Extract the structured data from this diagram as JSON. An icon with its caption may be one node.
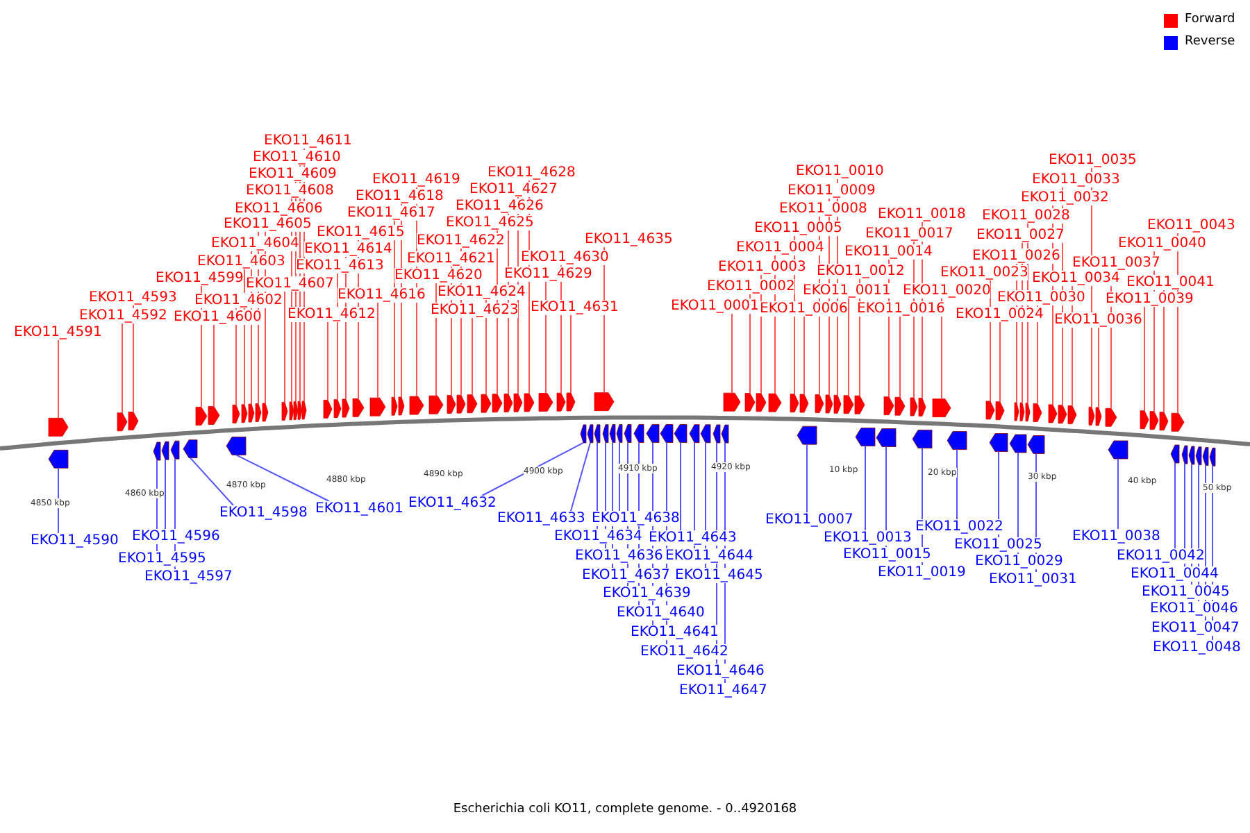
{
  "diagram": {
    "caption": "Escherichia coli KO11, complete genome. - 0..4920168",
    "nodes": [
      {
        "text": [
          "EKO11_4591"
        ]
      },
      {
        "text": [
          "EKO11_4592"
        ]
      },
      {
        "text": [
          "EKO11_4593"
        ]
      },
      {
        "text": [
          "EKO11_4599"
        ]
      },
      {
        "text": [
          "EKO11_4600"
        ]
      },
      {
        "text": [
          "EKO11_4602"
        ]
      },
      {
        "text": [
          "EKO11_4603"
        ]
      },
      {
        "text": [
          "EKO11_4604"
        ]
      },
      {
        "text": [
          "EKO11_4605"
        ]
      },
      {
        "text": [
          "EKO11_4606"
        ]
      },
      {
        "text": [
          "EKO11_4607"
        ]
      },
      {
        "text": [
          "EKO11_4608"
        ]
      },
      {
        "text": [
          "EKO11_4609"
        ]
      },
      {
        "text": [
          "EKO11_4610"
        ]
      },
      {
        "text": [
          "EKO11_4611"
        ]
      },
      {
        "text": [
          "EKO11_4612"
        ]
      },
      {
        "text": [
          "EKO11_4613"
        ]
      },
      {
        "text": [
          "EKO11_4614"
        ]
      },
      {
        "text": [
          "EKO11_4615"
        ]
      },
      {
        "text": [
          "EKO11_4616"
        ]
      },
      {
        "text": [
          "EKO11_4617"
        ]
      },
      {
        "text": [
          "EKO11_4618"
        ]
      },
      {
        "text": [
          "EKO11_4619"
        ]
      },
      {
        "text": [
          "EKO11_4620"
        ]
      },
      {
        "text": [
          "EKO11_4621"
        ]
      },
      {
        "text": [
          "EKO11_4622"
        ]
      },
      {
        "text": [
          "EKO11_4623"
        ]
      },
      {
        "text": [
          "EKO11_4624"
        ]
      },
      {
        "text": [
          "EKO11_4625"
        ]
      },
      {
        "text": [
          "EKO11_4626"
        ]
      },
      {
        "text": [
          "EKO11_4627"
        ]
      },
      {
        "text": [
          "EKO11_4628"
        ]
      },
      {
        "text": [
          "EKO11_4629"
        ]
      },
      {
        "text": [
          "EKO11_4630"
        ]
      },
      {
        "text": [
          "EKO11_4631"
        ]
      },
      {
        "text": [
          "EKO11_4635"
        ]
      },
      {
        "text": [
          "EKO11_0001"
        ]
      },
      {
        "text": [
          "EKO11_0002"
        ]
      },
      {
        "text": [
          "EKO11_0003"
        ]
      },
      {
        "text": [
          "EKO11_0004"
        ]
      },
      {
        "text": [
          "EKO11_0005"
        ]
      },
      {
        "text": [
          "EKO11_0006"
        ]
      },
      {
        "text": [
          "EKO11_0008"
        ]
      },
      {
        "text": [
          "EKO11_0009"
        ]
      },
      {
        "text": [
          "EKO11_0010"
        ]
      },
      {
        "text": [
          "EKO11_0011"
        ]
      },
      {
        "text": [
          "EKO11_0012"
        ]
      },
      {
        "text": [
          "EKO11_0014"
        ]
      },
      {
        "text": [
          "EKO11_0016"
        ]
      },
      {
        "text": [
          "EKO11_0017"
        ]
      },
      {
        "text": [
          "EKO11_0018"
        ]
      },
      {
        "text": [
          "EKO11_0020"
        ]
      },
      {
        "text": [
          "EKO11_0023"
        ]
      },
      {
        "text": [
          "EKO11_0024"
        ]
      },
      {
        "text": [
          "EKO11_0026"
        ]
      },
      {
        "text": [
          "EKO11_0027"
        ]
      },
      {
        "text": [
          "EKO11_0028"
        ]
      },
      {
        "text": [
          "EKO11_0030"
        ]
      },
      {
        "text": [
          "EKO11_0032"
        ]
      },
      {
        "text": [
          "EKO11_0033"
        ]
      },
      {
        "text": [
          "EKO11_0034"
        ]
      },
      {
        "text": [
          "EKO11_0035"
        ]
      },
      {
        "text": [
          "EKO11_0036"
        ]
      },
      {
        "text": [
          "EKO11_0037"
        ]
      },
      {
        "text": [
          "EKO11_0039"
        ]
      },
      {
        "text": [
          "EKO11_0040"
        ]
      },
      {
        "text": [
          "EKO11_0041"
        ]
      },
      {
        "text": [
          "EKO11_0043"
        ]
      },
      {
        "text": [
          "EKO11_4590"
        ]
      },
      {
        "text": [
          "EKO11_4595"
        ]
      },
      {
        "text": [
          "EKO11_4596"
        ]
      },
      {
        "text": [
          "EKO11_4597"
        ]
      },
      {
        "text": [
          "EKO11_4598"
        ]
      },
      {
        "text": [
          "EKO11_4601"
        ]
      },
      {
        "text": [
          "EKO11_4632"
        ]
      },
      {
        "text": [
          "EKO11_4633"
        ]
      },
      {
        "text": [
          "EKO11_4634"
        ]
      },
      {
        "text": [
          "EKO11_4636"
        ]
      },
      {
        "text": [
          "EKO11_4637"
        ]
      },
      {
        "text": [
          "EKO11_4638"
        ]
      },
      {
        "text": [
          "EKO11_4639"
        ]
      },
      {
        "text": [
          "EKO11_4640"
        ]
      },
      {
        "text": [
          "EKO11_4641"
        ]
      },
      {
        "text": [
          "EKO11_4642"
        ]
      },
      {
        "text": [
          "EKO11_4643"
        ]
      },
      {
        "text": [
          "EKO11_4644"
        ]
      },
      {
        "text": [
          "EKO11_4645"
        ]
      },
      {
        "text": [
          "EKO11_4646"
        ]
      },
      {
        "text": [
          "EKO11_4647"
        ]
      },
      {
        "text": [
          "EKO11_0007"
        ]
      },
      {
        "text": [
          "EKO11_0013"
        ]
      },
      {
        "text": [
          "EKO11_0015"
        ]
      },
      {
        "text": [
          "EKO11_0019"
        ]
      },
      {
        "text": [
          "EKO11_0022"
        ]
      },
      {
        "text": [
          "EKO11_0025"
        ]
      },
      {
        "text": [
          "EKO11_0029"
        ]
      },
      {
        "text": [
          "EKO11_0031"
        ]
      },
      {
        "text": [
          "EKO11_0038"
        ]
      },
      {
        "text": [
          "EKO11_0042"
        ]
      },
      {
        "text": [
          "EKO11_0044"
        ]
      },
      {
        "text": [
          "EKO11_0045"
        ]
      },
      {
        "text": [
          "EKO11_0046"
        ]
      },
      {
        "text": [
          "EKO11_0047"
        ]
      },
      {
        "text": [
          "EKO11_0048"
        ]
      },
      {
        "text": [],
        "shape": "arrow"
      },
      {
        "text": [],
        "shape": "arrow"
      },
      {
        "text": [],
        "shape": "arrow"
      },
      {
        "text": [],
        "shape": "arrow"
      },
      {
        "text": [],
        "shape": "arrow"
      },
      {
        "text": [],
        "shape": "arrow"
      },
      {
        "text": [],
        "shape": "arrow"
      },
      {
        "text": [],
        "shape": "arrow"
      },
      {
        "text": [],
        "shape": "arrow"
      },
      {
        "text": [],
        "shape": "arrow"
      },
      {
        "text": [],
        "shape": "arrow"
      },
      {
        "text": [],
        "shape": "arrow"
      },
      {
        "text": [],
        "shape": "arrow"
      },
      {
        "text": [],
        "shape": "arrow"
      },
      {
        "text": [],
        "shape": "arrow"
      },
      {
        "text": [],
        "shape": "arrow"
      },
      {
        "text": [],
        "shape": "arrow"
      },
      {
        "text": [],
        "shape": "arrow"
      },
      {
        "text": [],
        "shape": "arrow"
      },
      {
        "text": [],
        "shape": "arrow"
      },
      {
        "text": [],
        "shape": "arrow"
      },
      {
        "text": [],
        "shape": "arrow"
      },
      {
        "text": [],
        "shape": "arrow"
      },
      {
        "text": [],
        "shape": "arrow"
      },
      {
        "text": [],
        "shape": "arrow"
      },
      {
        "text": [],
        "shape": "arrow"
      },
      {
        "text": [],
        "shape": "arrow"
      },
      {
        "text": [],
        "shape": "arrow"
      },
      {
        "text": [],
        "shape": "arrow"
      },
      {
        "text": [],
        "shape": "arrow"
      },
      {
        "text": [],
        "shape": "arrow"
      },
      {
        "text": [],
        "shape": "arrow"
      },
      {
        "text": [],
        "shape": "arrow"
      },
      {
        "text": [],
        "shape": "arrow"
      },
      {
        "text": [],
        "shape": "arrow"
      },
      {
        "text": [],
        "shape": "arrow"
      },
      {
        "text": [],
        "shape": "arrow"
      },
      {
        "text": [],
        "shape": "arrow"
      },
      {
        "text": [],
        "shape": "arrow"
      },
      {
        "text": [],
        "shape": "arrow"
      },
      {
        "text": [],
        "shape": "arrow"
      },
      {
        "text": [],
        "shape": "arrow"
      },
      {
        "text": [],
        "shape": "arrow"
      },
      {
        "text": [],
        "shape": "arrow"
      },
      {
        "text": [],
        "shape": "arrow"
      },
      {
        "text": [],
        "shape": "arrow"
      },
      {
        "text": [],
        "shape": "arrow"
      },
      {
        "text": [],
        "shape": "arrow"
      },
      {
        "text": [],
        "shape": "arrow"
      },
      {
        "text": [],
        "shape": "arrow"
      },
      {
        "text": [],
        "shape": "arrow"
      },
      {
        "text": [],
        "shape": "arrow"
      },
      {
        "text": [],
        "shape": "arrow"
      },
      {
        "text": [],
        "shape": "arrow"
      },
      {
        "text": [],
        "shape": "arrow"
      },
      {
        "text": [],
        "shape": "arrow"
      },
      {
        "text": [],
        "shape": "arrow"
      },
      {
        "text": [],
        "shape": "arrow"
      },
      {
        "text": [],
        "shape": "arrow"
      },
      {
        "text": [],
        "shape": "arrow"
      },
      {
        "text": [],
        "shape": "arrow"
      },
      {
        "text": [],
        "shape": "arrow"
      },
      {
        "text": [],
        "shape": "arrow"
      },
      {
        "text": [],
        "shape": "arrow"
      },
      {
        "text": [],
        "shape": "arrow"
      },
      {
        "text": [],
        "shape": "arrow"
      },
      {
        "text": [],
        "shape": "arrow"
      },
      {
        "text": [],
        "shape": "arrow"
      },
      {
        "text": [],
        "shape": "arrow"
      },
      {
        "text": [],
        "shape": "arrow"
      },
      {
        "text": [],
        "shape": "arrow"
      },
      {
        "text": [],
        "shape": "arrow"
      },
      {
        "text": [],
        "shape": "arrow"
      },
      {
        "text": [],
        "shape": "arrow"
      },
      {
        "text": [],
        "shape": "arrow"
      },
      {
        "text": [],
        "shape": "arrow"
      },
      {
        "text": [],
        "shape": "arrow"
      },
      {
        "text": [],
        "shape": "arrow"
      },
      {
        "text": [],
        "shape": "arrow"
      },
      {
        "text": [],
        "shape": "arrow"
      },
      {
        "text": [],
        "shape": "arrow"
      },
      {
        "text": [],
        "shape": "arrow"
      },
      {
        "text": [],
        "shape": "arrow"
      },
      {
        "text": [],
        "shape": "arrow"
      },
      {
        "text": [],
        "shape": "arrow"
      },
      {
        "text": [],
        "shape": "arrow"
      },
      {
        "text": [],
        "shape": "arrow"
      },
      {
        "text": [],
        "shape": "arrow"
      },
      {
        "text": [],
        "shape": "arrow"
      },
      {
        "text": [],
        "shape": "arrow"
      },
      {
        "text": [],
        "shape": "arrow"
      },
      {
        "text": [],
        "shape": "arrow"
      },
      {
        "text": [],
        "shape": "arrow"
      },
      {
        "text": [],
        "shape": "arrow"
      },
      {
        "text": [],
        "shape": "arrow"
      },
      {
        "text": [],
        "shape": "arrow"
      },
      {
        "text": [],
        "shape": "arrow"
      },
      {
        "text": [],
        "shape": "arrow"
      },
      {
        "text": [],
        "shape": "arrow"
      },
      {
        "text": [],
        "shape": "arrow"
      },
      {
        "text": [],
        "shape": "arrow"
      },
      {
        "text": [],
        "shape": "arrow"
      },
      {
        "text": [],
        "shape": "arrow"
      },
      {
        "text": [],
        "shape": "arrow"
      }
    ],
    "edges": [
      {
        "from": 0,
        "to": 104,
        "arrow": "none"
      },
      {
        "from": 1,
        "to": 105,
        "arrow": "none"
      },
      {
        "from": 2,
        "to": 106,
        "arrow": "none"
      },
      {
        "from": 3,
        "to": 107,
        "arrow": "none"
      },
      {
        "from": 4,
        "to": 108,
        "arrow": "none"
      },
      {
        "from": 5,
        "to": 109,
        "arrow": "none"
      },
      {
        "from": 6,
        "to": 110,
        "arrow": "none"
      },
      {
        "from": 7,
        "to": 111,
        "arrow": "none"
      },
      {
        "from": 8,
        "to": 112,
        "arrow": "none"
      },
      {
        "from": 9,
        "to": 113,
        "arrow": "none"
      },
      {
        "from": 10,
        "to": 114,
        "arrow": "none"
      },
      {
        "from": 11,
        "to": 115,
        "arrow": "none"
      },
      {
        "from": 12,
        "to": 116,
        "arrow": "none"
      },
      {
        "from": 13,
        "to": 117,
        "arrow": "none"
      },
      {
        "from": 14,
        "to": 118,
        "arrow": "none"
      },
      {
        "from": 15,
        "to": 119,
        "arrow": "none"
      },
      {
        "from": 16,
        "to": 120,
        "arrow": "none"
      },
      {
        "from": 17,
        "to": 121,
        "arrow": "none"
      },
      {
        "from": 18,
        "to": 122,
        "arrow": "none"
      },
      {
        "from": 19,
        "to": 123,
        "arrow": "none"
      },
      {
        "from": 20,
        "to": 124,
        "arrow": "none"
      },
      {
        "from": 21,
        "to": 125,
        "arrow": "none"
      },
      {
        "from": 22,
        "to": 126,
        "arrow": "none"
      },
      {
        "from": 23,
        "to": 127,
        "arrow": "none"
      },
      {
        "from": 24,
        "to": 128,
        "arrow": "none"
      },
      {
        "from": 25,
        "to": 129,
        "arrow": "none"
      },
      {
        "from": 26,
        "to": 130,
        "arrow": "none"
      },
      {
        "from": 27,
        "to": 131,
        "arrow": "none"
      },
      {
        "from": 28,
        "to": 132,
        "arrow": "none"
      },
      {
        "from": 29,
        "to": 133,
        "arrow": "none"
      },
      {
        "from": 30,
        "to": 134,
        "arrow": "none"
      },
      {
        "from": 31,
        "to": 135,
        "arrow": "none"
      },
      {
        "from": 32,
        "to": 136,
        "arrow": "none"
      },
      {
        "from": 33,
        "to": 137,
        "arrow": "none"
      },
      {
        "from": 34,
        "to": 138,
        "arrow": "none"
      },
      {
        "from": 35,
        "to": 139,
        "arrow": "none"
      },
      {
        "from": 36,
        "to": 140,
        "arrow": "none"
      },
      {
        "from": 37,
        "to": 141,
        "arrow": "none"
      },
      {
        "from": 38,
        "to": 142,
        "arrow": "none"
      },
      {
        "from": 39,
        "to": 143,
        "arrow": "none"
      },
      {
        "from": 40,
        "to": 144,
        "arrow": "none"
      },
      {
        "from": 41,
        "to": 145,
        "arrow": "none"
      },
      {
        "from": 42,
        "to": 146,
        "arrow": "none"
      },
      {
        "from": 43,
        "to": 147,
        "arrow": "none"
      },
      {
        "from": 44,
        "to": 148,
        "arrow": "none"
      },
      {
        "from": 45,
        "to": 149,
        "arrow": "none"
      },
      {
        "from": 46,
        "to": 150,
        "arrow": "none"
      },
      {
        "from": 47,
        "to": 151,
        "arrow": "none"
      },
      {
        "from": 48,
        "to": 152,
        "arrow": "none"
      },
      {
        "from": 49,
        "to": 153,
        "arrow": "none"
      },
      {
        "from": 50,
        "to": 154,
        "arrow": "none"
      },
      {
        "from": 51,
        "to": 155,
        "arrow": "none"
      },
      {
        "from": 52,
        "to": 156,
        "arrow": "none"
      },
      {
        "from": 53,
        "to": 157,
        "arrow": "none"
      },
      {
        "from": 54,
        "to": 158,
        "arrow": "none"
      },
      {
        "from": 55,
        "to": 159,
        "arrow": "none"
      },
      {
        "from": 56,
        "to": 160,
        "arrow": "none"
      },
      {
        "from": 57,
        "to": 161,
        "arrow": "none"
      },
      {
        "from": 58,
        "to": 162,
        "arrow": "none"
      },
      {
        "from": 59,
        "to": 163,
        "arrow": "none"
      },
      {
        "from": 60,
        "to": 164,
        "arrow": "none"
      },
      {
        "from": 61,
        "to": 165,
        "arrow": "none"
      },
      {
        "from": 62,
        "to": 166,
        "arrow": "none"
      },
      {
        "from": 63,
        "to": 167,
        "arrow": "none"
      },
      {
        "from": 64,
        "to": 168,
        "arrow": "none"
      },
      {
        "from": 65,
        "to": 169,
        "arrow": "none"
      },
      {
        "from": 66,
        "to": 170,
        "arrow": "none"
      },
      {
        "from": 67,
        "to": 171,
        "arrow": "none"
      },
      {
        "from": 68,
        "to": 172,
        "arrow": "none",
        "color": "#5555ff"
      },
      {
        "from": 69,
        "to": 173,
        "arrow": "none",
        "color": "#5555ff"
      },
      {
        "from": 70,
        "to": 174,
        "arrow": "none",
        "color": "#5555ff"
      },
      {
        "from": 71,
        "to": 175,
        "arrow": "none",
        "color": "#5555ff"
      },
      {
        "from": 72,
        "to": 176,
        "arrow": "none",
        "color": "#5555ff"
      },
      {
        "from": 73,
        "to": 177,
        "arrow": "none",
        "color": "#5555ff"
      },
      {
        "from": 74,
        "to": 178,
        "arrow": "none",
        "color": "#5555ff"
      },
      {
        "from": 75,
        "to": 179,
        "arrow": "none",
        "color": "#5555ff"
      },
      {
        "from": 76,
        "to": 180,
        "arrow": "none",
        "color": "#5555ff"
      },
      {
        "from": 77,
        "to": 181,
        "arrow": "none",
        "color": "#5555ff"
      },
      {
        "from": 78,
        "to": 182,
        "arrow": "none",
        "color": "#5555ff"
      },
      {
        "from": 79,
        "to": 183,
        "arrow": "none",
        "color": "#5555ff"
      },
      {
        "from": 80,
        "to": 184,
        "arrow": "none",
        "color": "#5555ff"
      },
      {
        "from": 81,
        "to": 185,
        "arrow": "none",
        "color": "#5555ff"
      },
      {
        "from": 82,
        "to": 186,
        "arrow": "none",
        "color": "#5555ff"
      },
      {
        "from": 83,
        "to": 187,
        "arrow": "none",
        "color": "#5555ff"
      },
      {
        "from": 84,
        "to": 188,
        "arrow": "none",
        "color": "#5555ff"
      },
      {
        "from": 85,
        "to": 189,
        "arrow": "none",
        "color": "#5555ff"
      },
      {
        "from": 86,
        "to": 190,
        "arrow": "none",
        "color": "#5555ff"
      },
      {
        "from": 87,
        "to": 191,
        "arrow": "none",
        "color": "#5555ff"
      },
      {
        "from": 88,
        "to": 192,
        "arrow": "none",
        "color": "#5555ff"
      },
      {
        "from": 89,
        "to": 193,
        "arrow": "none",
        "color": "#5555ff"
      },
      {
        "from": 90,
        "to": 194,
        "arrow": "none",
        "color": "#5555ff"
      },
      {
        "from": 91,
        "to": 195,
        "arrow": "none",
        "color": "#5555ff"
      },
      {
        "from": 92,
        "to": 196,
        "arrow": "none",
        "color": "#5555ff"
      },
      {
        "from": 93,
        "to": 197,
        "arrow": "none",
        "color": "#5555ff"
      },
      {
        "from": 94,
        "to": 198,
        "arrow": "none",
        "color": "#5555ff"
      },
      {
        "from": 95,
        "to": 199,
        "arrow": "none",
        "color": "#5555ff"
      },
      {
        "from": 96,
        "to": 200,
        "arrow": "none",
        "color": "#5555ff"
      },
      {
        "from": 97,
        "to": 201,
        "arrow": "none",
        "color": "#5555ff"
      },
      {
        "from": 98,
        "to": 202,
        "arrow": "none",
        "color": "#5555ff"
      },
      {
        "from": 99,
        "to": 203,
        "arrow": "none",
        "color": "#5555ff"
      },
      {
        "from": 100,
        "to": 204,
        "arrow": "none",
        "color": "#5555ff"
      },
      {
        "from": 101,
        "to": 205,
        "arrow": "none",
        "color": "#5555ff"
      },
      {
        "from": 102,
        "to": 206,
        "arrow": "none",
        "color": "#5555ff"
      },
      {
        "from": 103,
        "to": 207,
        "arrow": "none",
        "color": "#5555ff"
      }
    ],
    "labels": [
      "4850 kbp",
      "4860 kbp",
      "4870 kbp",
      "4880 kbp",
      "4890 kbp",
      "4900 kbp",
      "4910 kbp",
      "4920 kbp",
      "10 kbp",
      "20 kbp",
      "30 kbp",
      "40 kbp",
      "50 kbp"
    ],
    "legend": [
      {
        "text": "Forward",
        "color": "#ff0000"
      },
      {
        "text": "Reverse",
        "color": "#0000ff"
      }
    ]
  }
}
